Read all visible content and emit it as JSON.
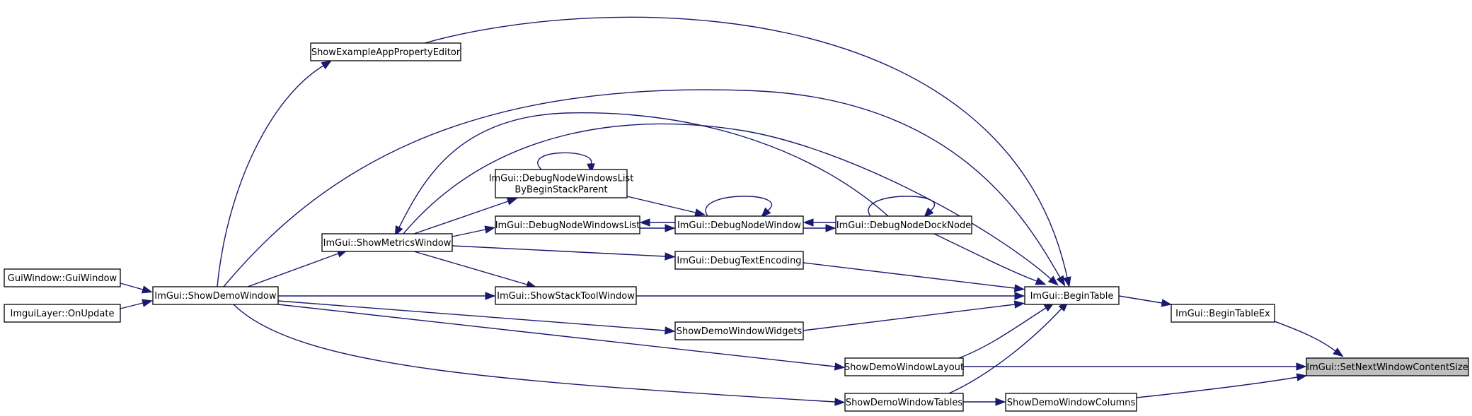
{
  "colors": {
    "edge": "#191970",
    "node_border": "#000000",
    "node_fill": "#ffffff",
    "highlight_fill": "#bfbfbf"
  },
  "nodes": [
    {
      "id": "set_next_window_content_size",
      "lines": [
        "ImGui::SetNextWindowContentSize"
      ],
      "highlight": true
    },
    {
      "id": "begin_table_ex",
      "lines": [
        "ImGui::BeginTableEx"
      ]
    },
    {
      "id": "begin_table",
      "lines": [
        "ImGui::BeginTable"
      ]
    },
    {
      "id": "show_example_app_property_editor",
      "lines": [
        "ShowExampleAppPropertyEditor"
      ]
    },
    {
      "id": "debug_node_windows_list_by_begin_stack_parent",
      "lines": [
        "ImGui::DebugNodeWindowsList",
        "ByBeginStackParent"
      ]
    },
    {
      "id": "debug_node_windows_list",
      "lines": [
        "ImGui::DebugNodeWindowsList"
      ]
    },
    {
      "id": "debug_node_window",
      "lines": [
        "ImGui::DebugNodeWindow"
      ]
    },
    {
      "id": "debug_node_dock_node",
      "lines": [
        "ImGui::DebugNodeDockNode"
      ]
    },
    {
      "id": "show_metrics_window",
      "lines": [
        "ImGui::ShowMetricsWindow"
      ]
    },
    {
      "id": "debug_text_encoding",
      "lines": [
        "ImGui::DebugTextEncoding"
      ]
    },
    {
      "id": "gui_window",
      "lines": [
        "GuiWindow::GuiWindow"
      ]
    },
    {
      "id": "show_demo_window",
      "lines": [
        "ImGui::ShowDemoWindow"
      ]
    },
    {
      "id": "show_stack_tool_window",
      "lines": [
        "ImGui::ShowStackToolWindow"
      ]
    },
    {
      "id": "imgui_layer_on_update",
      "lines": [
        "ImguiLayer::OnUpdate"
      ]
    },
    {
      "id": "show_demo_window_widgets",
      "lines": [
        "ShowDemoWindowWidgets"
      ]
    },
    {
      "id": "show_demo_window_layout",
      "lines": [
        "ShowDemoWindowLayout"
      ]
    },
    {
      "id": "show_demo_window_tables",
      "lines": [
        "ShowDemoWindowTables"
      ]
    },
    {
      "id": "show_demo_window_columns",
      "lines": [
        "ShowDemoWindowColumns"
      ]
    }
  ],
  "edges": [
    {
      "from": "begin_table_ex",
      "to": "set_next_window_content_size"
    },
    {
      "from": "begin_table",
      "to": "begin_table_ex"
    },
    {
      "from": "show_demo_window_layout",
      "to": "set_next_window_content_size"
    },
    {
      "from": "show_demo_window_columns",
      "to": "set_next_window_content_size"
    },
    {
      "from": "show_example_app_property_editor",
      "to": "begin_table"
    },
    {
      "from": "show_demo_window",
      "to": "begin_table"
    },
    {
      "from": "show_metrics_window",
      "to": "begin_table"
    },
    {
      "from": "debug_node_dock_node",
      "to": "begin_table"
    },
    {
      "from": "debug_text_encoding",
      "to": "begin_table"
    },
    {
      "from": "show_stack_tool_window",
      "to": "begin_table"
    },
    {
      "from": "show_demo_window_widgets",
      "to": "begin_table"
    },
    {
      "from": "show_demo_window_layout",
      "to": "begin_table"
    },
    {
      "from": "show_demo_window_tables",
      "to": "begin_table"
    },
    {
      "from": "show_demo_window",
      "to": "show_example_app_property_editor"
    },
    {
      "from": "show_demo_window",
      "to": "show_metrics_window"
    },
    {
      "from": "show_demo_window",
      "to": "show_stack_tool_window"
    },
    {
      "from": "show_demo_window",
      "to": "show_demo_window_widgets"
    },
    {
      "from": "show_demo_window",
      "to": "show_demo_window_layout"
    },
    {
      "from": "show_demo_window",
      "to": "show_demo_window_tables"
    },
    {
      "from": "gui_window",
      "to": "show_demo_window"
    },
    {
      "from": "imgui_layer_on_update",
      "to": "show_demo_window"
    },
    {
      "from": "show_metrics_window",
      "to": "debug_node_windows_list_by_begin_stack_parent"
    },
    {
      "from": "show_metrics_window",
      "to": "debug_node_windows_list"
    },
    {
      "from": "show_metrics_window",
      "to": "debug_text_encoding"
    },
    {
      "from": "show_metrics_window",
      "to": "show_stack_tool_window"
    },
    {
      "from": "debug_node_windows_list_by_begin_stack_parent",
      "to": "debug_node_windows_list_by_begin_stack_parent"
    },
    {
      "from": "debug_node_windows_list_by_begin_stack_parent",
      "to": "debug_node_window"
    },
    {
      "from": "debug_node_windows_list",
      "to": "debug_node_window"
    },
    {
      "from": "debug_node_window",
      "to": "debug_node_windows_list"
    },
    {
      "from": "debug_node_window",
      "to": "debug_node_window"
    },
    {
      "from": "debug_node_window",
      "to": "debug_node_dock_node"
    },
    {
      "from": "debug_node_dock_node",
      "to": "debug_node_window"
    },
    {
      "from": "debug_node_dock_node",
      "to": "debug_node_dock_node"
    },
    {
      "from": "debug_node_dock_node",
      "to": "show_metrics_window"
    },
    {
      "from": "show_demo_window_tables",
      "to": "show_demo_window_columns"
    }
  ]
}
